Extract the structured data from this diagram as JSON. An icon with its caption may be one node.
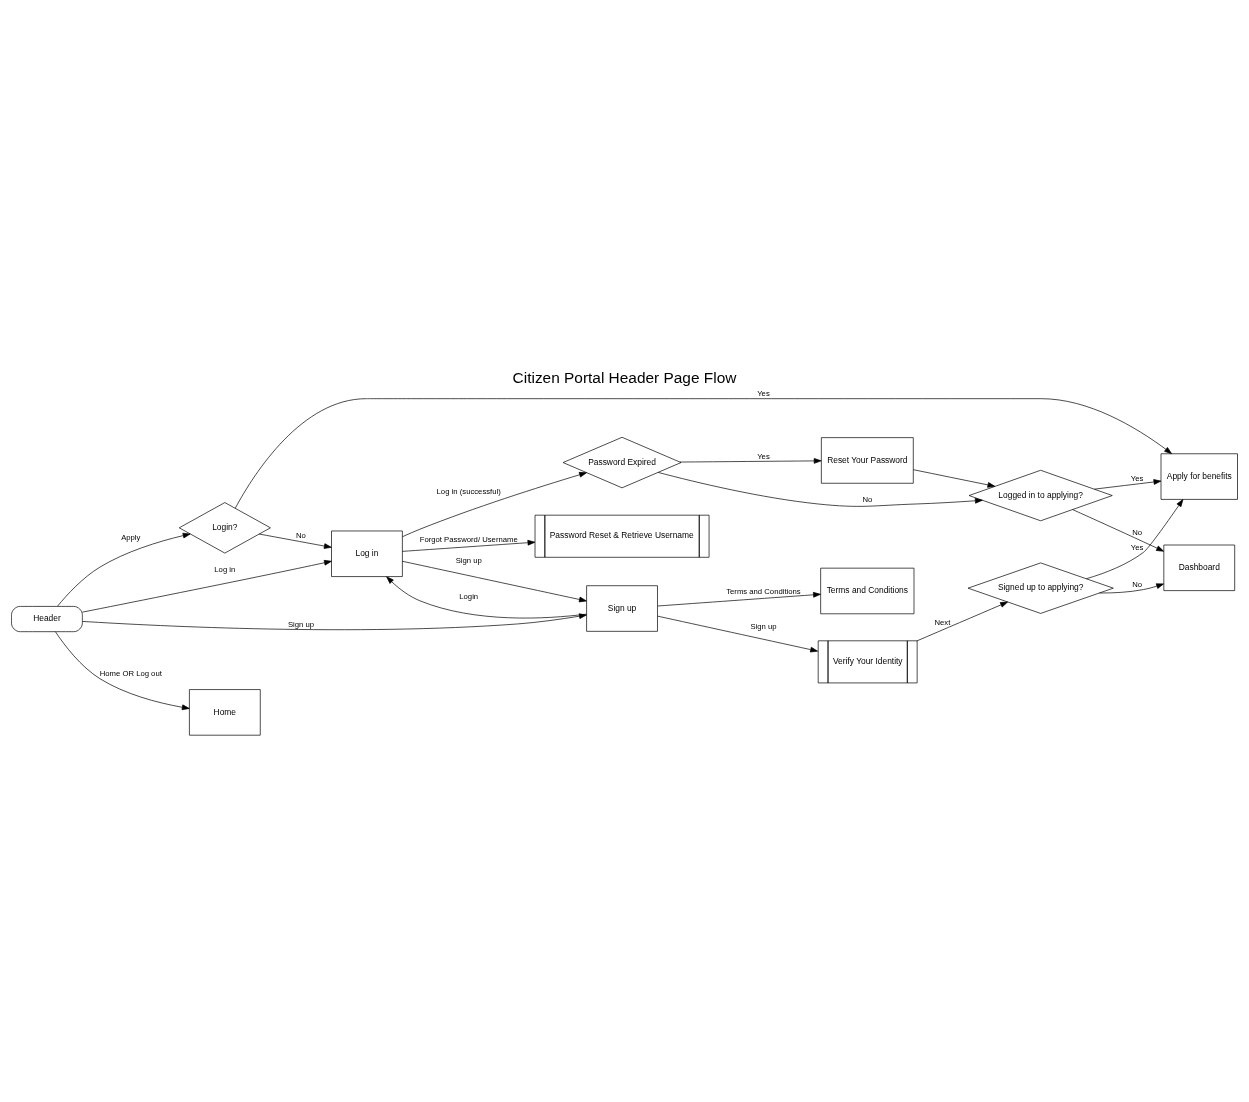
{
  "diagram": {
    "title": "Citizen Portal Header Page Flow",
    "nodes": [
      {
        "text": [
          "Header"
        ]
      },
      {
        "text": [
          "Login?"
        ]
      },
      {
        "text": [
          "Apply for benefits"
        ]
      },
      {
        "text": [
          "Log in"
        ]
      },
      {
        "text": [
          "Password Expired"
        ]
      },
      {
        "text": [
          "Logged in to applying?"
        ]
      },
      {
        "text": [
          "Dashboard"
        ]
      },
      {
        "text": [
          "Password Reset & Retrieve Username"
        ]
      },
      {
        "text": [
          "Reset Your Password"
        ]
      },
      {
        "text": [
          "Sign up"
        ]
      },
      {
        "text": [
          "Verify Your Identity"
        ]
      },
      {
        "text": [
          "Signed up to applying?"
        ]
      },
      {
        "text": [
          "Terms and Conditions"
        ]
      },
      {
        "text": [
          "Home"
        ]
      }
    ],
    "edges": [
      {
        "from": 0,
        "to": 1,
        "arrow": "to",
        "label": "Apply"
      },
      {
        "from": 0,
        "to": 3,
        "arrow": "to",
        "label": "Log in"
      },
      {
        "from": 0,
        "to": 9,
        "arrow": "to",
        "label": "Sign up"
      },
      {
        "from": 0,
        "to": 13,
        "arrow": "to",
        "label": "Home OR Log out"
      },
      {
        "from": 1,
        "to": 2,
        "arrow": "to",
        "label": "Yes"
      },
      {
        "from": 1,
        "to": 3,
        "arrow": "to",
        "label": "No"
      },
      {
        "from": 3,
        "to": 4,
        "arrow": "to",
        "label": "Log in (successful)"
      },
      {
        "from": 4,
        "to": 5,
        "arrow": "to",
        "label": "No"
      },
      {
        "from": 4,
        "to": 8,
        "arrow": "to",
        "label": "Yes"
      },
      {
        "from": 5,
        "to": 2,
        "arrow": "to",
        "label": "Yes"
      },
      {
        "from": 5,
        "to": 6,
        "arrow": "to",
        "label": "No"
      },
      {
        "from": 8,
        "to": 5,
        "arrow": "to"
      },
      {
        "from": 3,
        "to": 7,
        "arrow": "to",
        "label": "Forgot Password/ Username"
      },
      {
        "from": 3,
        "to": 9,
        "arrow": "to",
        "label": "Sign up"
      },
      {
        "from": 9,
        "to": 3,
        "arrow": "to",
        "label": "Login"
      },
      {
        "from": 9,
        "to": 10,
        "arrow": "to",
        "label": "Sign up"
      },
      {
        "from": 10,
        "to": 11,
        "arrow": "to",
        "label": "Next"
      },
      {
        "from": 11,
        "to": 6,
        "arrow": "to",
        "label": "No"
      },
      {
        "from": 11,
        "to": 2,
        "arrow": "to",
        "label": "Yes"
      },
      {
        "from": 9,
        "to": 12,
        "arrow": "to",
        "label": "Terms and Conditions"
      }
    ]
  }
}
